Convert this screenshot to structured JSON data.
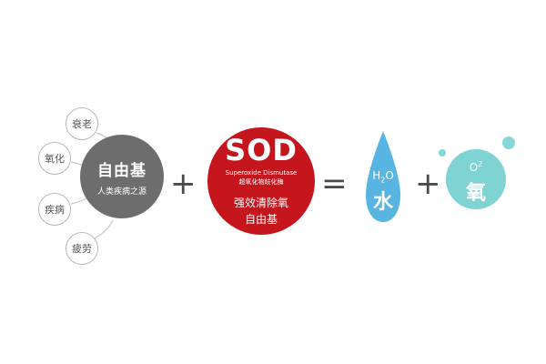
{
  "free_radical": {
    "title": "自由基",
    "subtitle": "人类疾病之源",
    "effects": [
      "衰老",
      "氧化",
      "疾病",
      "疲劳"
    ]
  },
  "operators": {
    "plus": "+",
    "equals": "="
  },
  "sod": {
    "title": "SOD",
    "english_name": "Superoxide Dismutase",
    "chinese_name": "超氧化物歧化酶",
    "action_line1": "强效清除氧",
    "action_line2": "自由基"
  },
  "water": {
    "formula_base": "H",
    "formula_sub": "2",
    "formula_end": "O",
    "name": "水"
  },
  "oxygen": {
    "formula_base": "O",
    "formula_sup": "2",
    "name": "氧"
  },
  "colors": {
    "free_radical": "#6d6d6d",
    "sod": "#c4161c",
    "water": "#58b5e2",
    "oxygen": "#7fd3d3"
  }
}
